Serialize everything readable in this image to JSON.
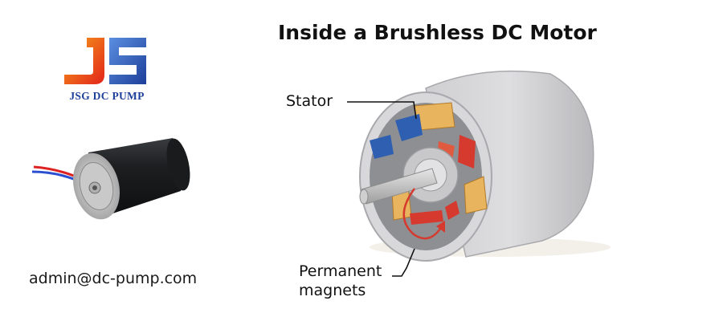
{
  "logo": {
    "mark": "JS",
    "text": "JSG DC PUMP"
  },
  "email": "admin@dc-pump.com",
  "diagram": {
    "title": "Inside a Brushless DC Motor",
    "labels": {
      "stator": "Stator",
      "magnets_line1": "Permanent",
      "magnets_line2": "magnets"
    }
  },
  "colors": {
    "brand_blue": "#1e3f9a",
    "brand_orange": "#f26a1b",
    "magnet_red": "#d63a2e",
    "magnet_blue": "#2f5fb0",
    "coil_copper": "#e8b45e"
  }
}
